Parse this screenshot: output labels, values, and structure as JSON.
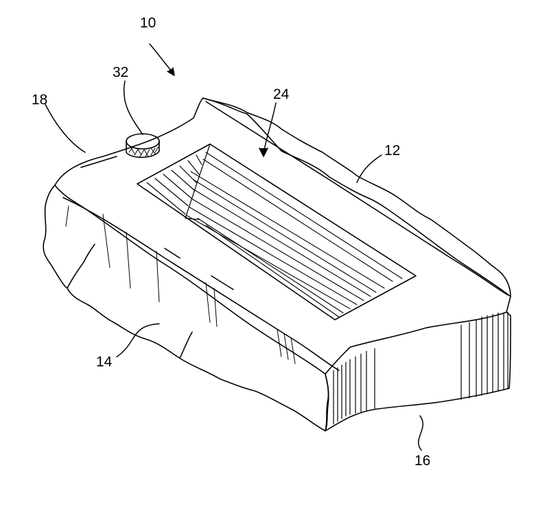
{
  "figure": {
    "labels": {
      "assembly": "10",
      "cap": "32",
      "left_edge": "18",
      "recess": "24",
      "right_side": "12",
      "front_face": "14",
      "end_face": "16"
    }
  },
  "colors": {
    "ink": "#000000",
    "background": "#ffffff"
  }
}
